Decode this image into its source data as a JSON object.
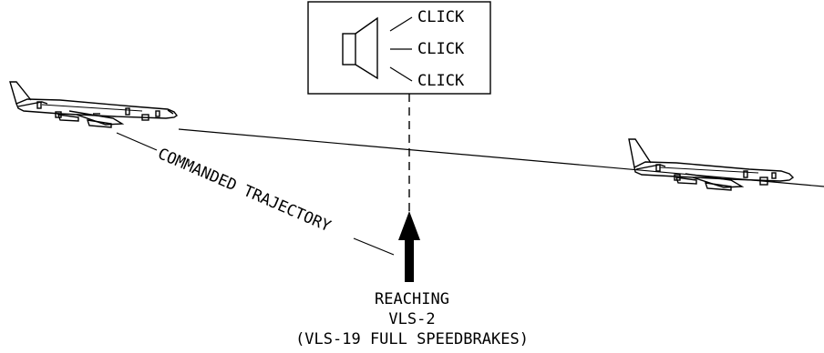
{
  "speaker_box": {
    "icon": "speaker-icon",
    "sounds": [
      "CLICK",
      "CLICK",
      "CLICK"
    ]
  },
  "trajectory_label": "COMMANDED TRAJECTORY",
  "reaching": {
    "line1": "REACHING",
    "line2": "VLS-2",
    "line3": "(VLS-19 FULL SPEEDBRAKES)"
  },
  "icons": {
    "left_aircraft": "airplane-icon",
    "right_aircraft": "airplane-icon",
    "arrow": "up-arrow-icon"
  },
  "colors": {
    "ink": "#000000",
    "background": "#ffffff"
  }
}
